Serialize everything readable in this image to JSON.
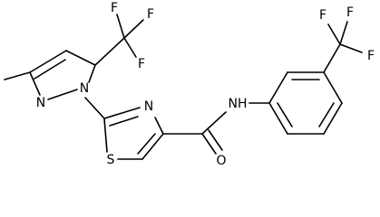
{
  "molecule": {
    "atoms": {
      "pyrazole_n1": "N",
      "pyrazole_n2": "N",
      "thiazole_n": "N",
      "thiazole_s": "S",
      "amide_nh": "NH",
      "carbonyl_o": "O",
      "cf3_pyrazole_f_top": "F",
      "cf3_pyrazole_f_right": "F",
      "cf3_pyrazole_f_bottom": "F",
      "cf3_phenyl_f_left": "F",
      "cf3_phenyl_f_top": "F",
      "cf3_phenyl_f_right": "F"
    }
  }
}
